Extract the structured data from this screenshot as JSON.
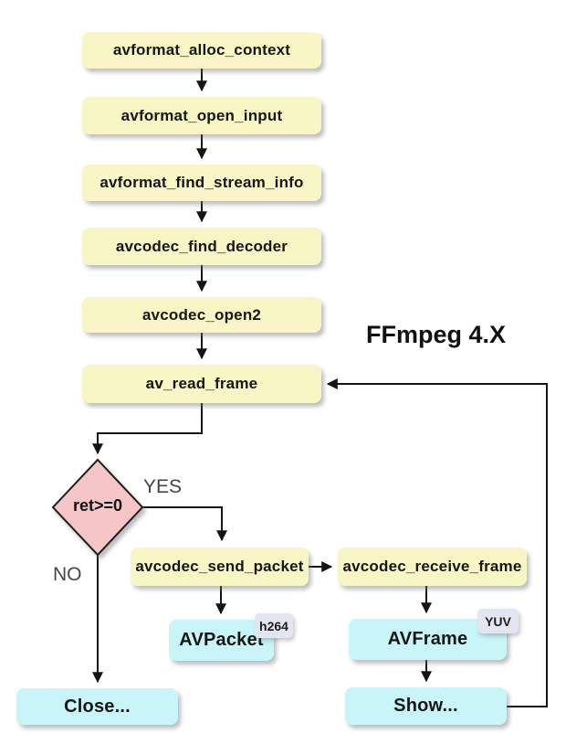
{
  "title_label": "FFmpeg 4.X",
  "nodes": {
    "alloc_context": "avformat_alloc_context",
    "open_input": "avformat_open_input",
    "find_stream_info": "avformat_find_stream_info",
    "find_decoder": "avcodec_find_decoder",
    "open2": "avcodec_open2",
    "read_frame": "av_read_frame",
    "send_packet": "avcodec_send_packet",
    "receive_frame": "avcodec_receive_frame",
    "avpacket": "AVPacket",
    "avframe": "AVFrame",
    "close": "Close...",
    "show": "Show..."
  },
  "decision": {
    "label": "ret>=0",
    "yes_label": "YES",
    "no_label": "NO"
  },
  "badges": {
    "avpacket": "h264",
    "avframe": "YUV"
  },
  "colors": {
    "process_fill": "#f9f6c5",
    "data_fill": "#c9f4f8",
    "decision_fill": "#f6c5c8",
    "badge_fill": "#e3e6f0",
    "line": "#141414"
  }
}
